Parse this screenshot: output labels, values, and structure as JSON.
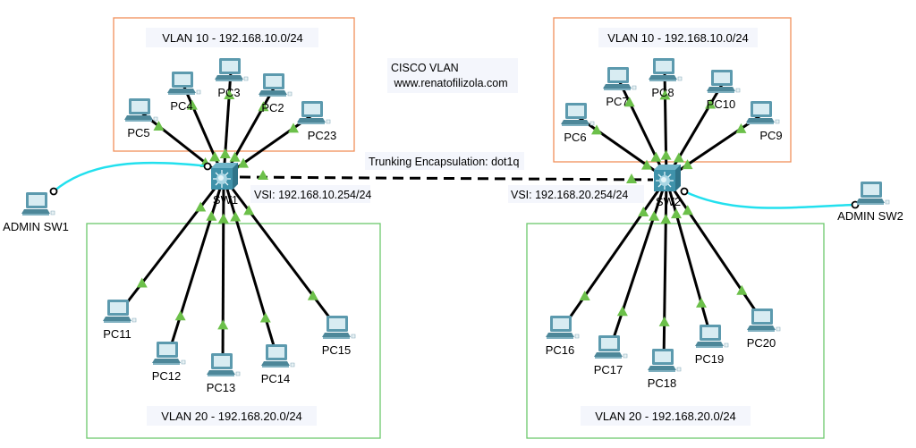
{
  "title_note": {
    "line1": "CISCO VLAN",
    "line2": " www.renatofilizola.com"
  },
  "trunk_label": "Trunking Encapsulation: dot1q",
  "colors": {
    "vlan10_border": "#f0905a",
    "vlan20_border": "#6cc86c",
    "link": "#000000",
    "console": "#22e0ee",
    "link_up": "#6cc04a",
    "note_bg": "#f4f6fc",
    "pc_body": "#5c9aae",
    "switch_body": "#3d8ea6"
  },
  "areas": [
    {
      "id": "sw1-vlan10",
      "label": "VLAN 10 - 192.168.10.0/24",
      "vlan": 10
    },
    {
      "id": "sw1-vlan20",
      "label": "VLAN 20 - 192.168.20.0/24",
      "vlan": 20
    },
    {
      "id": "sw2-vlan10",
      "label": "VLAN 10 - 192.168.10.0/24",
      "vlan": 10
    },
    {
      "id": "sw2-vlan20",
      "label": "VLAN 20 - 192.168.20.0/24",
      "vlan": 20
    }
  ],
  "switches": [
    {
      "id": "sw1",
      "name": "SW1",
      "vsi": "VSI: 192.168.10.254/24"
    },
    {
      "id": "sw2",
      "name": "SW2",
      "vsi": "VSI: 192.168.20.254/24"
    }
  ],
  "pcs": [
    {
      "name": "PC5",
      "switch": "sw1",
      "vlan": 10
    },
    {
      "name": "PC4",
      "switch": "sw1",
      "vlan": 10
    },
    {
      "name": "PC3",
      "switch": "sw1",
      "vlan": 10
    },
    {
      "name": "PC2",
      "switch": "sw1",
      "vlan": 10
    },
    {
      "name": "PC23",
      "switch": "sw1",
      "vlan": 10
    },
    {
      "name": "PC11",
      "switch": "sw1",
      "vlan": 20
    },
    {
      "name": "PC12",
      "switch": "sw1",
      "vlan": 20
    },
    {
      "name": "PC13",
      "switch": "sw1",
      "vlan": 20
    },
    {
      "name": "PC14",
      "switch": "sw1",
      "vlan": 20
    },
    {
      "name": "PC15",
      "switch": "sw1",
      "vlan": 20
    },
    {
      "name": "PC6",
      "switch": "sw2",
      "vlan": 10
    },
    {
      "name": "PC7",
      "switch": "sw2",
      "vlan": 10
    },
    {
      "name": "PC8",
      "switch": "sw2",
      "vlan": 10
    },
    {
      "name": "PC10",
      "switch": "sw2",
      "vlan": 10
    },
    {
      "name": "PC9",
      "switch": "sw2",
      "vlan": 10
    },
    {
      "name": "PC16",
      "switch": "sw2",
      "vlan": 20
    },
    {
      "name": "PC17",
      "switch": "sw2",
      "vlan": 20
    },
    {
      "name": "PC18",
      "switch": "sw2",
      "vlan": 20
    },
    {
      "name": "PC19",
      "switch": "sw2",
      "vlan": 20
    },
    {
      "name": "PC20",
      "switch": "sw2",
      "vlan": 20
    },
    {
      "name": "ADMIN SW1",
      "switch": "sw1",
      "console": true
    },
    {
      "name": "ADMIN SW2",
      "switch": "sw2",
      "console": true
    }
  ]
}
